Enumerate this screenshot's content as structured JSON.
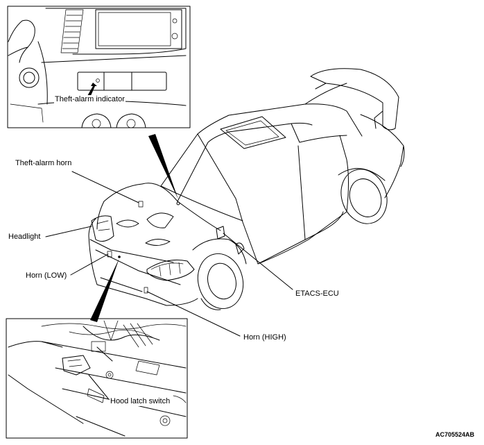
{
  "labels": {
    "theft_alarm_indicator": "Theft-alarm indicator",
    "theft_alarm_horn": "Theft-alarm horn",
    "headlight": "Headlight",
    "horn_low": "Horn (LOW)",
    "etacs_ecu": "ETACS-ECU",
    "horn_high": "Horn (HIGH)",
    "hood_latch_switch": "Hood latch switch"
  },
  "figure_code": "AC705524AB"
}
